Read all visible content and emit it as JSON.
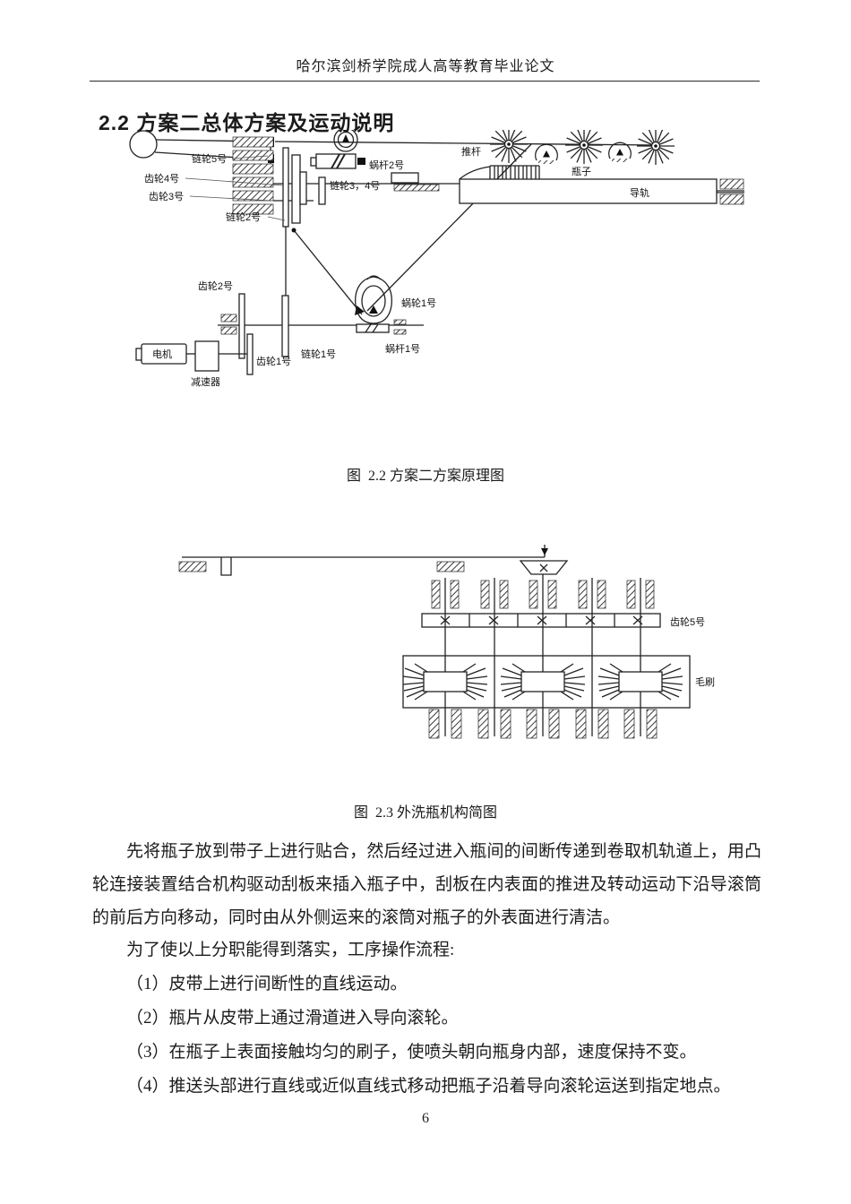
{
  "page": {
    "header": "哈尔滨剑桥学院成人高等教育毕业论文",
    "section_title": "2.2 方案二总体方案及运动说明",
    "page_number": "6"
  },
  "figure1": {
    "caption": "图  2.2 方案二方案原理图",
    "labels": {
      "chain5": "链轮5号",
      "gear4": "齿轮4号",
      "gear3": "齿轮3号",
      "chain2": "链轮2号",
      "chain34": "链轮3，4号",
      "worm2": "蜗杆2号",
      "push_rod": "推杆",
      "bottle": "瓶子",
      "guide_rail": "导轨",
      "gear2": "齿轮2号",
      "gear1": "齿轮1号",
      "chain1": "链轮1号",
      "wormwheel1": "蜗轮1号",
      "worm1": "蜗杆1号",
      "motor": "电机",
      "reducer": "减速器"
    }
  },
  "figure2": {
    "caption": "图  2.3 外洗瓶机构简图",
    "labels": {
      "gear5": "齿轮5号",
      "brush": "毛刷"
    }
  },
  "body": {
    "paragraph1": "先将瓶子放到带子上进行贴合，然后经过进入瓶间的间断传递到卷取机轨道上，用凸轮连接装置结合机构驱动刮板来插入瓶子中，刮板在内表面的推进及转动运动下沿导滚筒 的前后方向移动，同时由从外侧运来的滚筒对瓶子的外表面进行清洁。",
    "paragraph2": "为了使以上分职能得到落实，工序操作流程:",
    "list": [
      "（1）皮带上进行间断性的直线运动。",
      "（2）瓶片从皮带上通过滑道进入导向滚轮。",
      "（3）在瓶子上表面接触均匀的刷子，使喷头朝向瓶身内部，速度保持不变。",
      "（4）推送头部进行直线或近似直线式移动把瓶子沿着导向滚轮运送到指定地点。"
    ]
  }
}
